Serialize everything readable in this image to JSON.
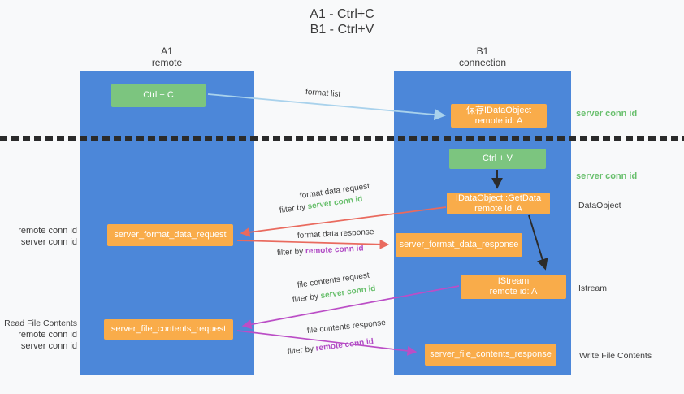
{
  "title": {
    "line1": "A1 - Ctrl+C",
    "line2": "B1 - Ctrl+V"
  },
  "columns": {
    "a1": {
      "name": "A1",
      "role": "remote"
    },
    "b1": {
      "name": "B1",
      "role": "connection"
    }
  },
  "boxes": {
    "ctrl_c": "Ctrl + C",
    "ctrl_v": "Ctrl + V",
    "save_dataobject_line1": "保存IDataObject",
    "save_dataobject_line2": "remote id: A",
    "getdata_line1": "IDataObject::GetData",
    "getdata_line2": "remote id: A",
    "istream_line1": "IStream",
    "istream_line2": "remote id: A",
    "server_format_data_request": "server_format_data_request",
    "server_format_data_response": "server_format_data_response",
    "server_file_contents_request": "server_file_contents_request",
    "server_file_contents_response": "server_file_contents_response"
  },
  "arrow_labels": {
    "format_list": "format list",
    "format_data_request": "format data request",
    "format_data_response": "format data response",
    "file_contents_request": "file contents request",
    "file_contents_response": "file contents response",
    "filter_by": "filter by ",
    "server_conn_id": "server conn id",
    "remote_conn_id": "remote conn id"
  },
  "side_labels": {
    "server_conn_id": "server conn id",
    "remote_conn_id": "remote conn id",
    "read_file_contents": "Read File Contents",
    "write_file_contents": "Write File Contents",
    "dataobject": "DataObject",
    "istream": "Istream"
  },
  "colors": {
    "column_blue": "#4c87d9",
    "box_orange": "#f9ac4a",
    "box_green": "#7cc57f",
    "arrow_red": "#e96a5e",
    "arrow_purple": "#bb4ec6",
    "arrow_light_blue": "#a9d2ec",
    "arrow_black": "#2b2b2b",
    "text_green": "#68bf6c",
    "text_purple": "#b04ac4"
  }
}
